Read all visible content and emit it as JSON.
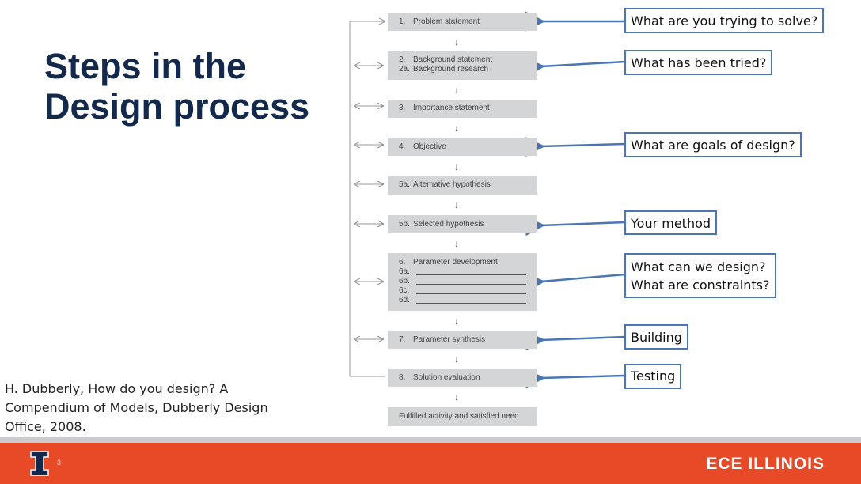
{
  "title": {
    "line1": "Steps in the",
    "line2": "Design process"
  },
  "citation": "H. Dubberly, How do you design? A Compendium of Models, Dubberly Design Office, 2008.",
  "steps": [
    {
      "num": "1.",
      "label": "Problem statement"
    },
    {
      "num": "2.",
      "label": "Background statement",
      "num2": "2a.",
      "label2": "Background research"
    },
    {
      "num": "3.",
      "label": "Importance statement"
    },
    {
      "num": "4.",
      "label": "Objective"
    },
    {
      "num": "5a.",
      "label": "Alternative hypothesis"
    },
    {
      "num": "5b.",
      "label": "Selected hypothesis"
    },
    {
      "num": "6.",
      "label": "Parameter development",
      "subs": [
        "6a.",
        "6b.",
        "6c.",
        "6d."
      ]
    },
    {
      "num": "7.",
      "label": "Parameter synthesis"
    },
    {
      "num": "8.",
      "label": "Solution evaluation"
    },
    {
      "label": "Fulfilled activity and satisfied need"
    }
  ],
  "questions": [
    {
      "text": "What are you trying to solve?"
    },
    {
      "text": "What has been tried?"
    },
    {
      "text": "What are goals of design?"
    },
    {
      "text": "Your method"
    },
    {
      "line1": "What can we design?",
      "line2": "What are constraints?"
    },
    {
      "text": "Building"
    },
    {
      "text": "Testing"
    }
  ],
  "footer": {
    "slide_number": "3",
    "brand": "ECE ILLINOIS"
  },
  "colors": {
    "navy": "#13294B",
    "orange": "#E84A27",
    "arrow_blue": "#4a76b4",
    "step_gray": "#d4d5d7"
  },
  "icons": {
    "logo": "illinois-block-i-logo",
    "down_arrow": "down-arrow-icon",
    "bidirectional_arrow": "double-arrow-icon"
  }
}
